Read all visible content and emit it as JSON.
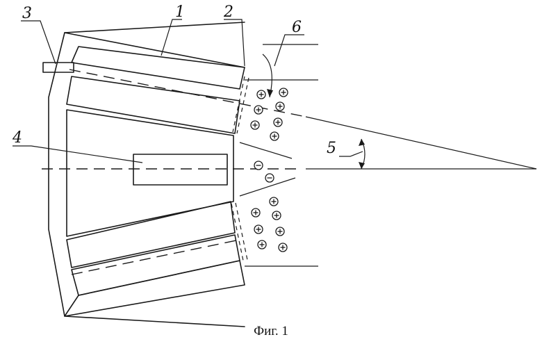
{
  "labels": {
    "l1": "1",
    "l2": "2",
    "l3": "3",
    "l4": "4",
    "l5": "5",
    "l6": "6"
  },
  "caption": "Фиг. 1",
  "ions": {
    "positive_symbol": "+",
    "negative_symbol": "−"
  }
}
